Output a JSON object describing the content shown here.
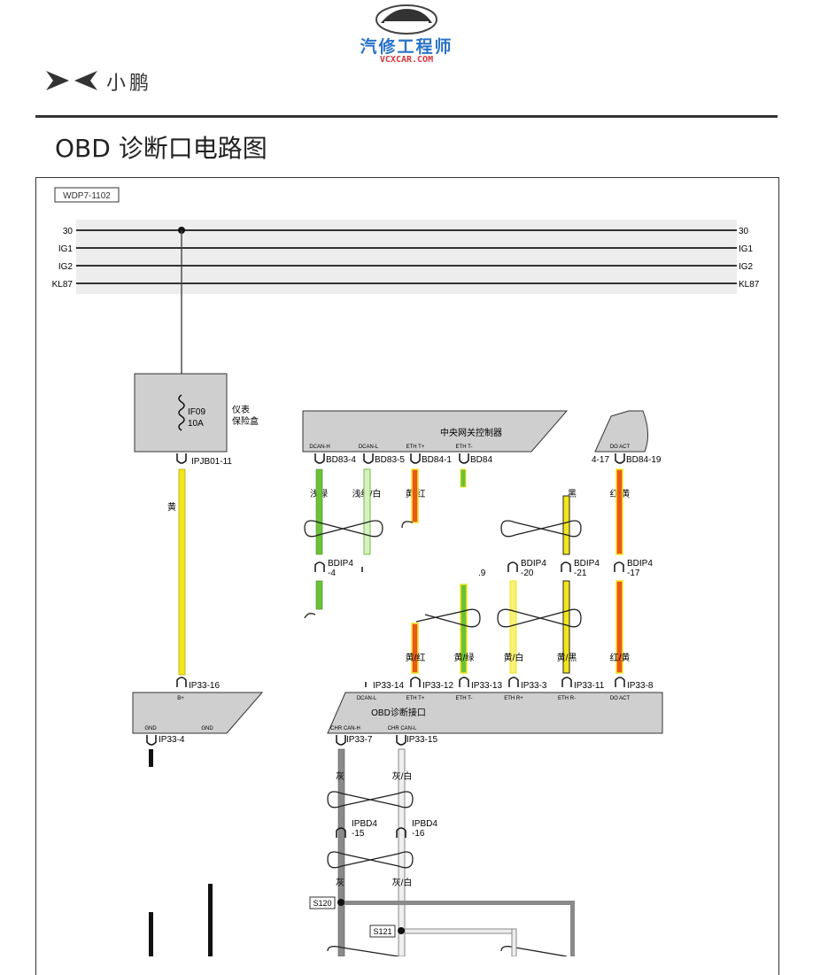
{
  "watermark": {
    "brand_cn": "汽修工程师",
    "site": "VCXCAR.COM"
  },
  "brand": {
    "name": "小鹏"
  },
  "page": {
    "title": "OBD 诊断口电路图",
    "diagram_code": "WDP7-1102"
  },
  "colors": {
    "yellow": "#f2e619",
    "green": "#6cc13a",
    "red_orange": "#e8581c",
    "gray": "#888888",
    "module_fill": "#cfcfcf"
  },
  "power_rails": [
    {
      "name": "30"
    },
    {
      "name": "IG1"
    },
    {
      "name": "IG2"
    },
    {
      "name": "KL87"
    }
  ],
  "fuse_box": {
    "fuse_id": "IF09",
    "rating": "10A",
    "label_line1": "仪表",
    "label_line2": "保险盒",
    "output_pin": "IPJB01-11",
    "wire_color": "黄"
  },
  "gateway": {
    "name": "中央网关控制器",
    "pin_labels": [
      "DCAN-H",
      "DCAN-L",
      "ETH T+",
      "ETH T-",
      "DO ACT"
    ],
    "connectors": [
      "BD83-4",
      "BD83-5",
      "BD84-1",
      "BD84",
      "4-17",
      "BD84-19"
    ],
    "wire_colors": [
      "浅绿",
      "浅绿/白",
      "黄/红",
      "黑",
      "红/黄"
    ]
  },
  "inline_connectors": [
    {
      "top": "BDIP4",
      "bottom": "-4"
    },
    {
      "top": "",
      "bottom": ".9"
    },
    {
      "top": "BDIP4",
      "bottom": "-20"
    },
    {
      "top": "BDIP4",
      "bottom": "-21"
    },
    {
      "top": "BDIP4",
      "bottom": "-17"
    }
  ],
  "lower_wire_colors": [
    "黄/红",
    "黄/绿",
    "黄/白",
    "黄/黑",
    "红/黄"
  ],
  "obd_port": {
    "name": "OBD诊断接口",
    "top_connectors": [
      "IP33-16",
      "IP33-14",
      "IP33-12",
      "IP33-13",
      "IP33-3",
      "IP33-11",
      "IP33-8"
    ],
    "top_pin_labels": [
      "B+",
      "DCAN-L",
      "ETH T+",
      "ETH T-",
      "ETH R+",
      "ETH R-",
      "DO ACT"
    ],
    "bottom_pin_labels": [
      "GND",
      "GND",
      "CHR CAN-H",
      "CHR CAN-L"
    ],
    "bottom_connectors": [
      "IP33-4",
      "IP33-7",
      "IP33-15"
    ]
  },
  "chr_can": {
    "wire_colors_upper": [
      "灰",
      "灰/白"
    ],
    "inline_connectors": [
      {
        "top": "IPBD4",
        "bottom": "-15"
      },
      {
        "top": "IPBD4",
        "bottom": "-16"
      }
    ],
    "wire_colors_lower": [
      "灰",
      "灰/白"
    ],
    "splices": [
      "S120",
      "S121"
    ]
  }
}
